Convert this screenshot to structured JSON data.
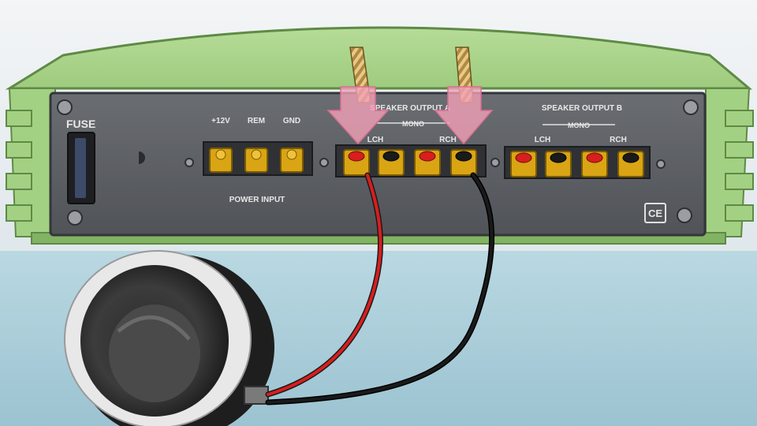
{
  "panel": {
    "fuse_label": "FUSE",
    "ce_mark": "CE"
  },
  "power_input": {
    "title": "POWER INPUT",
    "terminals": [
      "+12V",
      "REM",
      "GND"
    ]
  },
  "output_a": {
    "title": "SPEAKER OUTPUT A",
    "mono": "MONO",
    "lch": "LCH",
    "rch": "RCH"
  },
  "output_b": {
    "title": "SPEAKER OUTPUT B",
    "mono": "MONO",
    "lch": "LCH",
    "rch": "RCH"
  },
  "colors": {
    "shell": "#a9d48a",
    "shell_dark": "#82b363",
    "panel": "#5b5e63",
    "wire_pos": "#d81e1e",
    "wire_neg": "#1a1a1a",
    "terminal": "#d9a514",
    "arrow": "#f2a0b6",
    "table": "#a9ccd8"
  }
}
